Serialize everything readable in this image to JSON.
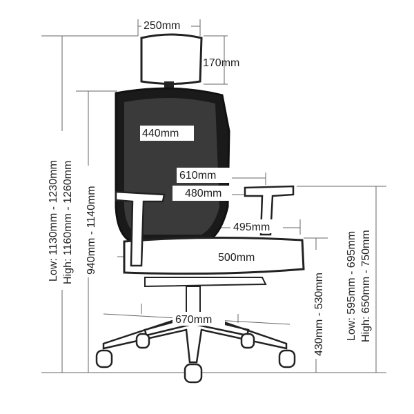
{
  "title": "Office chair dimensions",
  "dimensions": {
    "headrest_width": "250mm",
    "headrest_height": "170mm",
    "backrest_width": "440mm",
    "arm_outer_width": "610mm",
    "arm_inner_width": "480mm",
    "seat_depth": "495mm",
    "seat_width": "500mm",
    "base_diameter": "670mm",
    "total_height_low": "Low: 1130mm - 1230mm",
    "total_height_high": "High: 1160mm - 1260mm",
    "height_no_headrest": "940mm - 1140mm",
    "seat_height": "430mm - 530mm",
    "arm_height_low": "Low: 595mm - 695mm",
    "arm_height_high": "High: 650mm - 750mm"
  },
  "colors": {
    "mesh": "#1a1a1a",
    "frame": "#333333",
    "line": "#666666"
  }
}
